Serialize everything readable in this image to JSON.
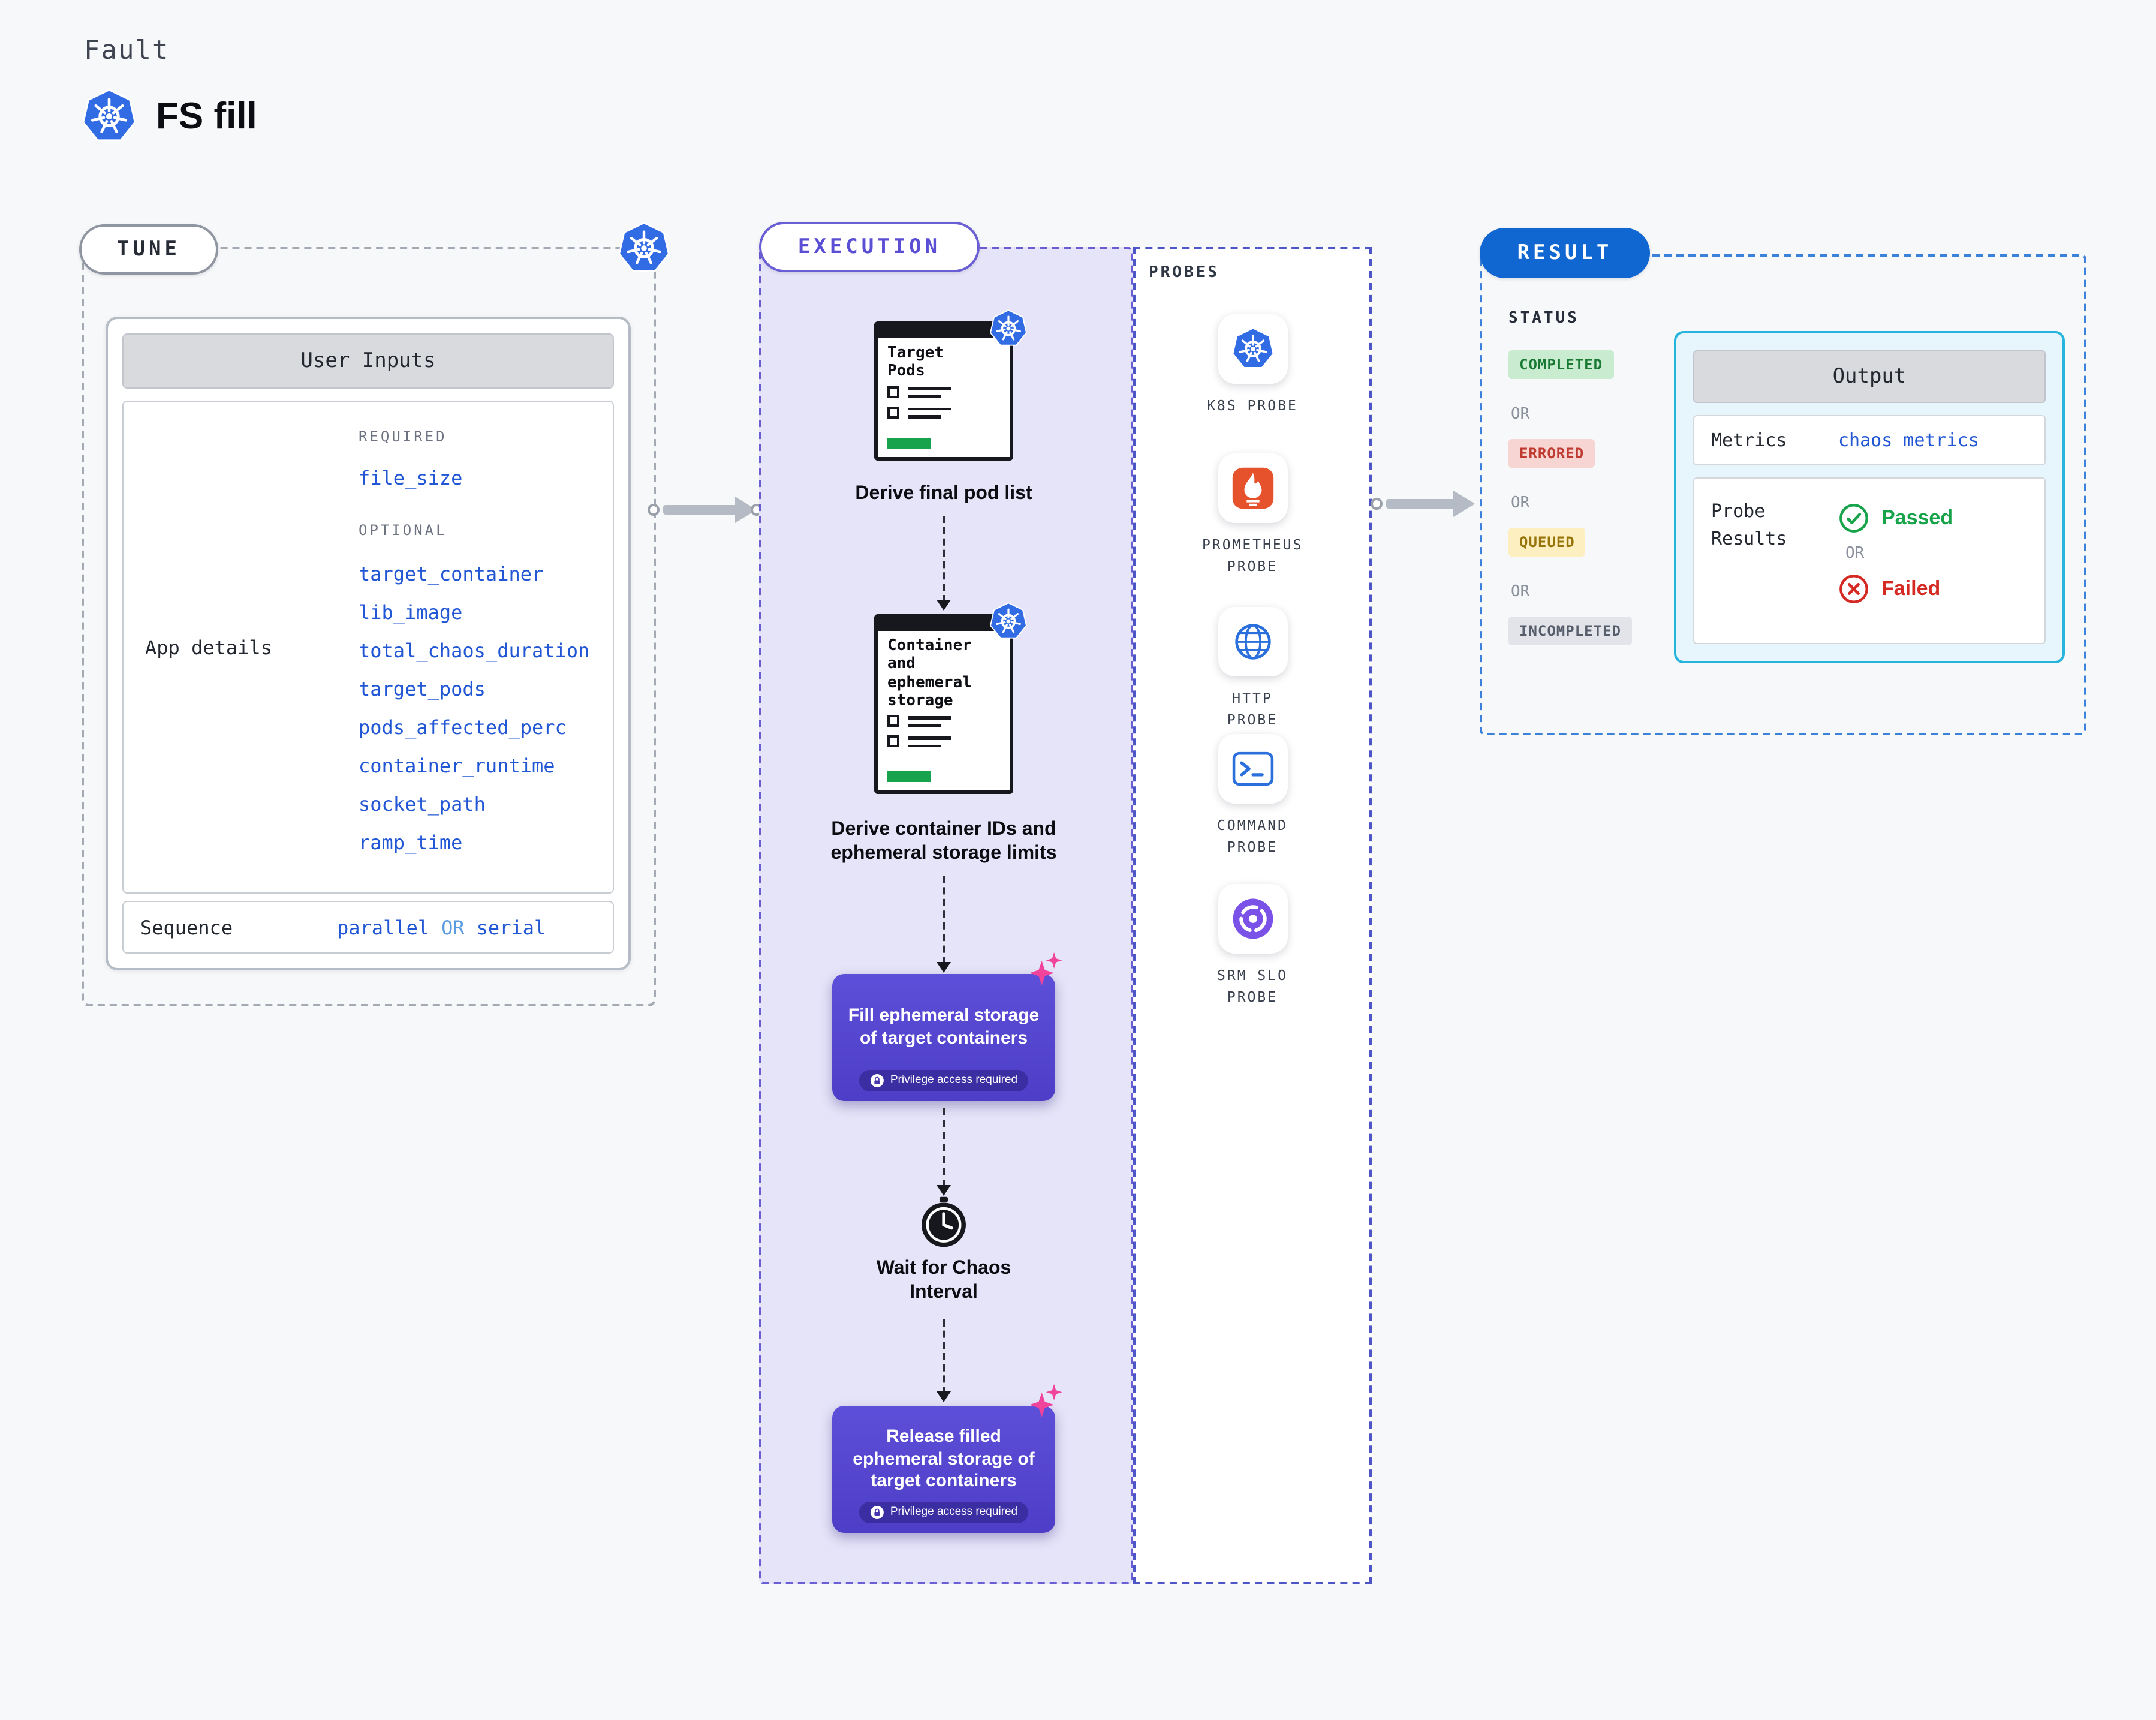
{
  "page": {
    "kicker": "Fault",
    "title": "FS fill"
  },
  "tune": {
    "label": "TUNE",
    "user_inputs": {
      "title": "User Inputs",
      "app_details_label": "App details",
      "required_label": "REQUIRED",
      "required_fields": [
        "file_size"
      ],
      "optional_label": "OPTIONAL",
      "optional_fields": [
        "target_container",
        "lib_image",
        "total_chaos_duration",
        "target_pods",
        "pods_affected_perc",
        "container_runtime",
        "socket_path",
        "ramp_time"
      ]
    },
    "sequence": {
      "label": "Sequence",
      "option_a": "parallel",
      "or": "OR",
      "option_b": "serial"
    }
  },
  "execution": {
    "label": "EXECUTION",
    "steps": {
      "derive_pods": {
        "doc_title": "Target Pods",
        "caption": "Derive final pod list"
      },
      "derive_containers": {
        "doc_title": "Container and ephemeral storage",
        "caption": "Derive container IDs and ephemeral storage limits"
      },
      "fill": {
        "label": "Fill ephemeral storage of target containers",
        "badge": "Privilege access required"
      },
      "wait": {
        "caption": "Wait for Chaos Interval"
      },
      "release": {
        "label": "Release filled ephemeral storage of target containers",
        "badge": "Privilege access required"
      }
    }
  },
  "probes": {
    "label": "PROBES",
    "items": [
      {
        "name": "K8S PROBE",
        "icon": "kubernetes-icon"
      },
      {
        "name": "PROMETHEUS PROBE",
        "icon": "prometheus-icon"
      },
      {
        "name": "HTTP PROBE",
        "icon": "globe-icon"
      },
      {
        "name": "COMMAND PROBE",
        "icon": "terminal-icon"
      },
      {
        "name": "SRM SLO PROBE",
        "icon": "gauge-icon"
      }
    ]
  },
  "result": {
    "label": "RESULT",
    "status": {
      "label": "STATUS",
      "or": "OR",
      "values": [
        {
          "text": "COMPLETED",
          "bg": "#c9ecd1",
          "fg": "#1a7a33"
        },
        {
          "text": "ERRORED",
          "bg": "#f7d5d2",
          "fg": "#bf3a31"
        },
        {
          "text": "QUEUED",
          "bg": "#fdefc0",
          "fg": "#97750a"
        },
        {
          "text": "INCOMPLETED",
          "bg": "#e2e4e9",
          "fg": "#565d6b"
        }
      ]
    },
    "output": {
      "title": "Output",
      "metrics_label": "Metrics",
      "metrics_value": "chaos metrics",
      "probe_results_label": "Probe Results",
      "passed_label": "Passed",
      "or": "OR",
      "failed_label": "Failed"
    }
  },
  "colors": {
    "kubernetes_blue": "#326ce5",
    "execution_purple": "#5a4fd4",
    "action_button": "#5747d0",
    "result_blue": "#1167d2",
    "output_border": "#25b5dc",
    "field_blue": "#2156d4",
    "progress_green": "#17a34b",
    "passed_green": "#16a34a",
    "failed_red": "#d42a23",
    "sparkle_pink": "#f0439c",
    "prometheus_orange": "#e6522c"
  }
}
